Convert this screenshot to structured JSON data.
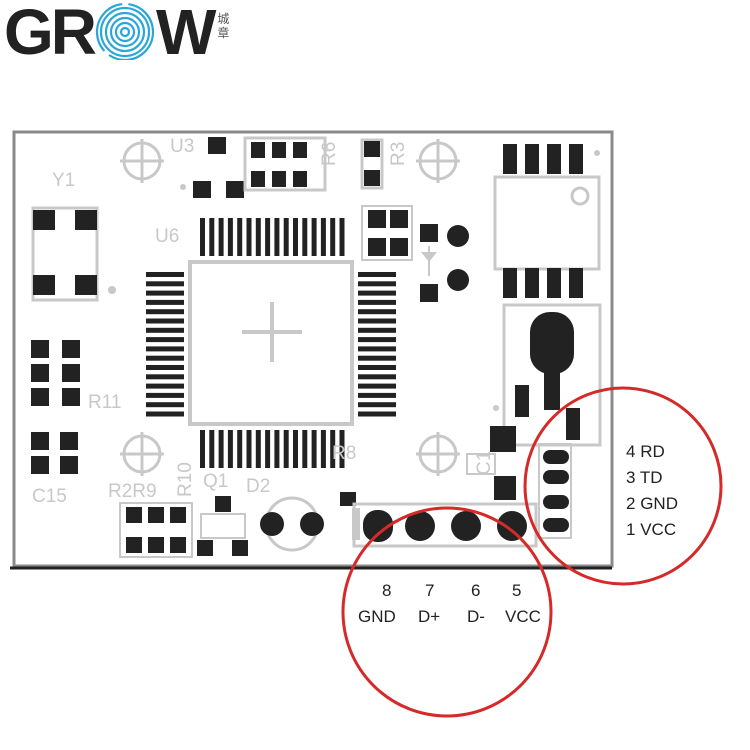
{
  "logo": {
    "brand_g": "G",
    "brand_r": "R",
    "brand_w": "W",
    "seal_line1": "城",
    "seal_line2": "章",
    "accent": "#2aa7d8"
  },
  "silkscreen": {
    "u3": "U3",
    "r6": "R6",
    "r3": "R3",
    "y1": "Y1",
    "u6": "U6",
    "r11": "R11",
    "c15": "C15",
    "r8": "R8",
    "r2r9": "R2R9",
    "r10": "R10",
    "q1": "Q1",
    "d2": "D2",
    "c1": "C1"
  },
  "connector_right": {
    "pins": [
      {
        "num": "4",
        "name": "RD"
      },
      {
        "num": "3",
        "name": "TD"
      },
      {
        "num": "2",
        "name": "GND"
      },
      {
        "num": "1",
        "name": "VCC"
      }
    ]
  },
  "connector_bottom": {
    "nums": [
      "8",
      "7",
      "6",
      "5"
    ],
    "names": [
      "GND",
      "D+",
      "D-",
      "VCC"
    ]
  },
  "colors": {
    "circle": "#d42a2a",
    "pad": "#222222",
    "silk": "#c8c8c8",
    "board_outline": "#8a8a8a"
  }
}
